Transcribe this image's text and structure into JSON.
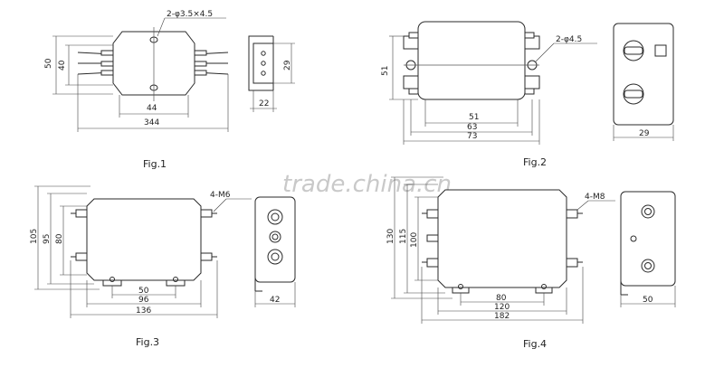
{
  "watermark": "trade.china.cn",
  "fig1": {
    "label": "Fig.1",
    "hole_note": "2-φ3.5×4.5",
    "dims": {
      "height_outer": "50",
      "height_inner": "40",
      "hole_span": "44",
      "length": "344",
      "side_depth": "22",
      "side_height": "29"
    }
  },
  "fig2": {
    "label": "Fig.2",
    "hole_note": "2-φ4.5",
    "dims": {
      "height": "51",
      "inner": "51",
      "mid": "63",
      "outer": "73",
      "side_depth": "29"
    }
  },
  "fig3": {
    "label": "Fig.3",
    "terminal_note": "4-M6",
    "dims": {
      "h1": "105",
      "h2": "95",
      "h3": "80",
      "w1": "50",
      "w2": "96",
      "w3": "136",
      "side_depth": "42"
    }
  },
  "fig4": {
    "label": "Fig.4",
    "terminal_note": "4-M8",
    "dims": {
      "h1": "130",
      "h2": "115",
      "h3": "100",
      "w1": "80",
      "w2": "120",
      "w3": "182",
      "side_depth": "50"
    }
  }
}
